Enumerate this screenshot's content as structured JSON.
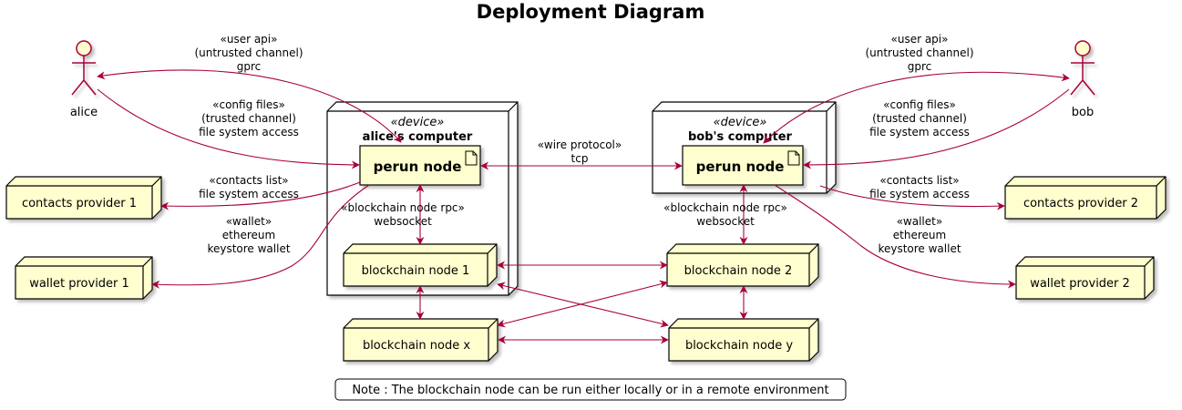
{
  "title": "Deployment Diagram",
  "actors": {
    "alice": "alice",
    "bob": "bob"
  },
  "devices": {
    "alice": {
      "stereotype": "«device»",
      "name": "alice's computer"
    },
    "bob": {
      "stereotype": "«device»",
      "name": "bob's computer"
    }
  },
  "artifacts": {
    "alice_perun": "perun node",
    "bob_perun": "perun node"
  },
  "nodes": {
    "contacts1": "contacts provider 1",
    "wallet1": "wallet provider 1",
    "contacts2": "contacts provider 2",
    "wallet2": "wallet provider 2",
    "bc1": "blockchain node 1",
    "bc2": "blockchain node 2",
    "bcx": "blockchain node x",
    "bcy": "blockchain node y"
  },
  "labels": {
    "user_api_left": [
      "«user api»",
      "(untrusted channel)",
      "gprc"
    ],
    "config_left": [
      "«config files»",
      "(trusted channel)",
      "file system access"
    ],
    "user_api_right": [
      "«user api»",
      "(untrusted channel)",
      "gprc"
    ],
    "config_right": [
      "«config files»",
      "(trusted channel)",
      "file system access"
    ],
    "wire": [
      "«wire protocol»",
      "tcp"
    ],
    "contacts_left": [
      "«contacts list»",
      "file system access"
    ],
    "wallet_left": [
      "«wallet»",
      "ethereum",
      "keystore wallet"
    ],
    "rpc_left": [
      "«blockchain node rpc»",
      "websocket"
    ],
    "rpc_right": [
      "«blockchain node rpc»",
      "websocket"
    ],
    "contacts_right": [
      "«contacts list»",
      "file system access"
    ],
    "wallet_right": [
      "«wallet»",
      "ethereum",
      "keystore wallet"
    ]
  },
  "note": "Note : The blockchain node can be run either locally or in a remote environment",
  "colors": {
    "node_fill": "#FEFECE",
    "edge": "#A80036"
  }
}
